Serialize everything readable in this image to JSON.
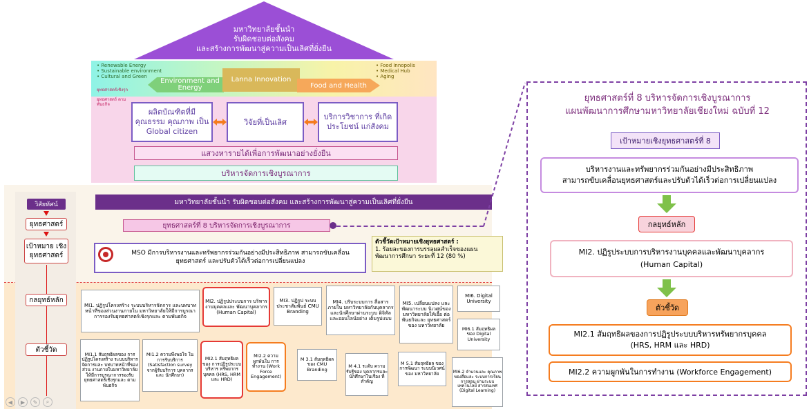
{
  "house": {
    "roof_lines": [
      "มหาวิทยาลัยชั้นนำ",
      "รับผิดชอบต่อสังคม",
      "และสร้างการพัฒนาสู่ความเป็นเลิศที่ยั่งยืน"
    ],
    "left_bullets": [
      "Renewable Energy",
      "Sustainable environment",
      "Cultural and Green"
    ],
    "right_bullets": [
      "Food Innopolis",
      "Medical Hub",
      "Aging"
    ],
    "env_label": "Environment and Energy",
    "lanna_label": "Lanna Innovation",
    "food_label": "Food and Health",
    "strategy_small_1": "ยุทธศาสตร์เชิงรุก",
    "strategy_small_2": "ยุทธศาสตร์ ตามพันธกิจ",
    "pillar_1": "ผลิตบัณฑิตที่มี คุณธรรม คุณภาพ เป็น Global citizen",
    "pillar_2": "วิจัยที่เป็นเลิศ",
    "pillar_3": "บริการวิชาการ ที่เกิดประโยชน์ แก่สังคม",
    "revenue_bar": "แสวงหารายได้เพื่อการพัฒนาอย่างยั่งยืน",
    "management_bar": "บริหารจัดการเชิงบูรณาการ"
  },
  "diagram": {
    "vision_label": "วิสัยทัศน์",
    "strategy_label": "ยุทธศาสตร์",
    "goal_label": "เป้าหมาย เชิงยุทธศาสตร์",
    "mechanism_label": "กลยุทธ์หลัก",
    "indicator_label": "ตัวชี้วัด",
    "vision_text": "มหาวิทยาลัยชั้นนำ รับผิดชอบต่อสังคม และสร้างการพัฒนาสู่ความเป็นเลิศที่ยั่งยืน",
    "strategy_text": "ยุทธศาสตร์ที่ 8 บริหารจัดการเชิงบูรณาการ",
    "goal_text": "MSO มีการบริหารงานและทรัพยากรร่วมกันอย่างมีประสิทธิภาพ สามารถขับเคลื่อนยุทธศาสตร์ และปรับตัวได้เร็วต่อการเปลี่ยนแปลง",
    "kpi_title": "ตัวชี้วัดเป้าหมายเชิงยุทธศาสตร์ :",
    "kpi_text": "1. ร้อยละของการบรรลุผลสำเร็จของแผนพัฒนาการศึกษา ระยะที่ 12 (80 %)",
    "mechanisms": [
      "MI1. ปฏิรูปโครงสร้าง ระบบบริหารจัดการ และบทบาทหน้าที่ของส่วนงานภายใน มหาวิทยาลัยให้มีการบูรณาการรองรับยุทธศาสตร์เชิงรุกและ ตามพันธกิจ",
      "MI2. ปฏิรูปประบบการ บริหารงานบุคคลและ พัฒนาบุคลากร (Human Capital)",
      "MI3. ปฏิรูป ระบบ ประชาสัมพันธ์ CMU Branding",
      "MI4. ปรับระบบการ สื่อสารภายใน มหาวิทยาลัยกับบุคลากร และนักศึกษาผ่านระบบ ดิจิทัล และออนไลน์อย่าง เต็มรูปแบบ",
      "MI5. เปลี่ยนแปลง และพัฒนาระบบ นิเวศน์ของ มหาวิทยาลัยให้เอื้อ ต่อพันธกิจและ ยุทธศาสตร์ของ มหาวิทยาลัย",
      "MI6. Digital University"
    ],
    "indicators": [
      "MI1.1 สัมฤทธิผลของ การปฏิรูปโครงสร้าง ระบบบริหารจัดการและ บทบาทหน้าที่ของส่วน งานภายในมหาวิทยาลัย ให้มีการบูรณาการรองรับ ยุทธศาสตร์เชิงรุกและ ตามพันธกิจ",
      "MI1.2 ความพึงพอใจ ในการรับบริการ (Satisfaction survey จากผู้รับบริการ บุคลากรและ นักศึกษา)",
      "MI2.1 สัมฤทธิผลของ การปฏิรูประบบ บริหาร ทรัพยากรบุคคล (HRS, HRM และ HRD)",
      "MI2.2 ความ ผูกพันใน การทำงาน (Work Force Engagement)",
      "M 3.1 สัมฤทธิผล ของ CMU Branding",
      "M 4.1 ระดับ ความรับรู้ของ บุคลากรและ นักศึกษาในเรื่อง ที่สำคัญ",
      "M 5.1 สัมฤทธิผล ของการพัฒนา ระบบนิเวศน์ของ มหาวิทยาลัย",
      "MI6.1 สัมฤทธิผล ของ Digital University",
      "MI6.2 จำนวนและ คุณภาพของสื่อและ ระบบการเรียนการสอน ผ่านระบบเทคโนโลยี สารสนเทศ (Digital Learning)"
    ]
  },
  "detail": {
    "title_line1": "ยุทธศาสตร์ที่ 8 บริหารจัดการเชิงบูรณาการ",
    "title_line2": "แผนพัฒนาการศึกษามหาวิทยาลัยเชียงใหม่ ฉบับที่ 12",
    "goal_header": "เป้าหมายเชิงยุทธศาสตร์ที่ 8",
    "goal_text_line1": "บริหารงานและทรัพยากรร่วมกันอย่างมีประสิทธิภาพ",
    "goal_text_line2": "สามารถขับเคลื่อนยุทธศาสตร์และปรับตัวได้เร็วต่อการเปลี่ยนแปลง",
    "mechanism_header": "กลยุทธ์หลัก",
    "mechanism_line1": "MI2. ปฏิรูประบบการบริหารงานบุคคลและพัฒนาบุคลากร",
    "mechanism_line2": "(Human Capital)",
    "indicator_header": "ตัวชี้วัด",
    "indicator1_line1": "MI2.1 สัมฤทธิผลของการปฏิรูประบบบริหารทรัพยากรบุคคล",
    "indicator1_line2": "(HRS, HRM และ HRD)",
    "indicator2": "MI2.2 ความผูกพันในการทำงาน (Workforce Engagement)"
  },
  "colors": {
    "roof": "#9b4fd6",
    "pillar_border": "#7b5cc4",
    "vision_bar": "#6b2f8a",
    "strategy_pink": "#f6c7e6",
    "detail_dashed": "#7d3fa3",
    "green_arrow": "#7fc14a",
    "orange_box": "#f7a35c"
  }
}
